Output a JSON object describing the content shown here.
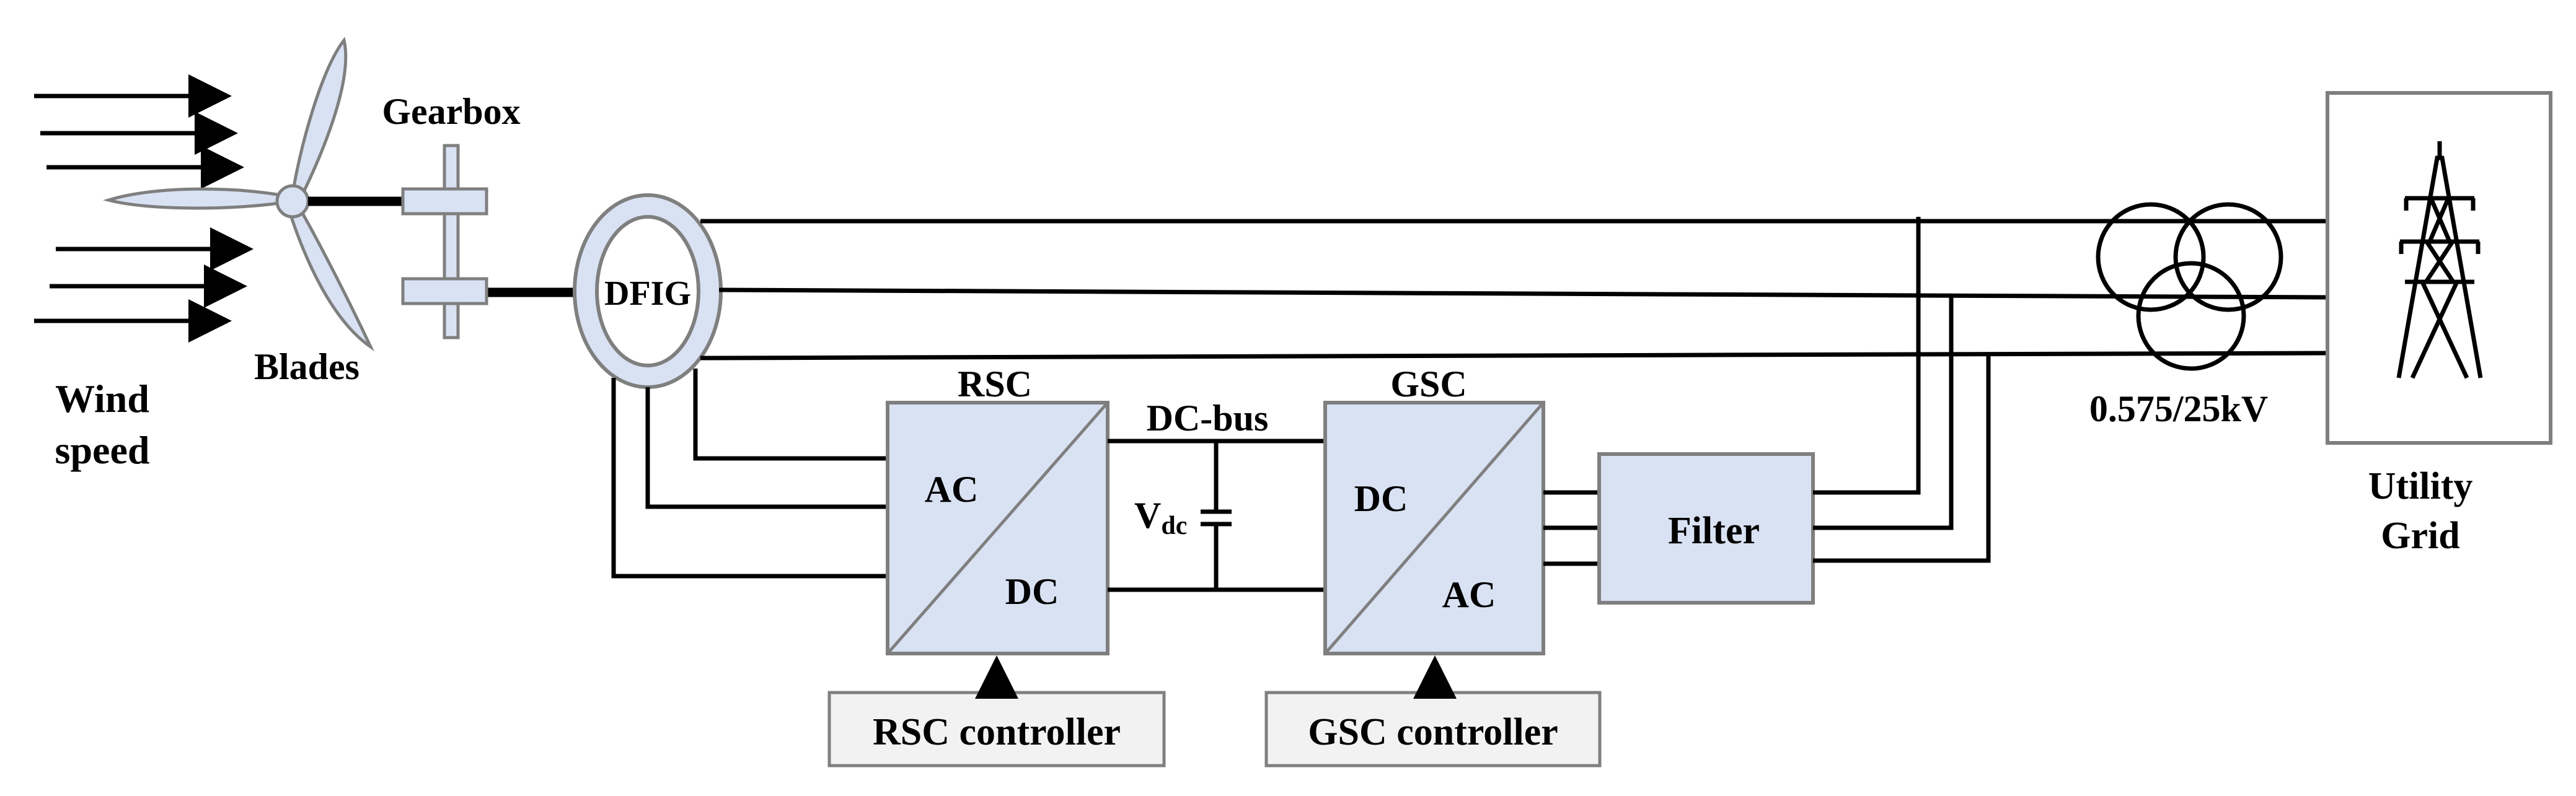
{
  "labels": {
    "wind_line1": "Wind",
    "wind_line2": "speed",
    "blades": "Blades",
    "gearbox": "Gearbox",
    "dfig": "DFIG",
    "rsc": "RSC",
    "gsc": "GSC",
    "dc_bus": "DC-bus",
    "vdc_main": "V",
    "vdc_sub": "dc",
    "rsc_ac": "AC",
    "rsc_dc": "DC",
    "gsc_dc": "DC",
    "gsc_ac": "AC",
    "filter": "Filter",
    "rsc_controller": "RSC controller",
    "gsc_controller": "GSC controller",
    "transformer": "0.575/25kV",
    "grid_line1": "Utility",
    "grid_line2": "Grid"
  },
  "icons": {
    "turbine": "wind-turbine-icon",
    "tower": "transmission-tower-icon",
    "transformer": "three-winding-transformer-icon"
  },
  "colors": {
    "block_fill": "#d9e2f3",
    "block_stroke": "#7f7f7f",
    "controller_fill": "#f2f2f2",
    "line": "#000000"
  }
}
